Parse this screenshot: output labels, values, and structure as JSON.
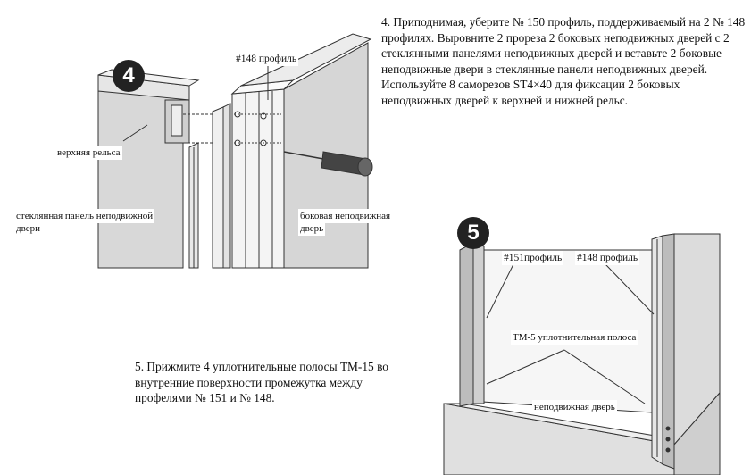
{
  "step4": {
    "number": "4",
    "text": "4. Приподнимая, уберите № 150 профиль, поддерживаемый на 2 № 148 профилях. Выровните 2 прореза 2 боковых неподвижных дверей с 2 стеклянными панелями неподвижных дверей и вставьте 2 боковые неподвижные двери в стеклянные панели неподвижных дверей. Используйте 8 саморезов ST4×40 для фиксации 2 боковых неподвижных дверей к верхней и нижней рельс.",
    "labels": {
      "profile148": "#148 профиль",
      "top_rail": "верхняя рельса",
      "glass_panel_line1": "стеклянная панель неподвижной",
      "glass_panel_line2": "двери",
      "side_door_line1": "боковая неподвижная",
      "side_door_line2": "дверь"
    }
  },
  "step5": {
    "number": "5",
    "text": "5. Прижмите 4 уплотнительные полосы ТМ-15 во внутренние поверхности промежутка между профелями № 151 и № 148.",
    "labels": {
      "profile151": "#151профиль",
      "profile148": "#148 профиль",
      "seal_strip": "TM-5 уплотнительная полоса",
      "fixed_door": "неподвижная дверь"
    }
  }
}
